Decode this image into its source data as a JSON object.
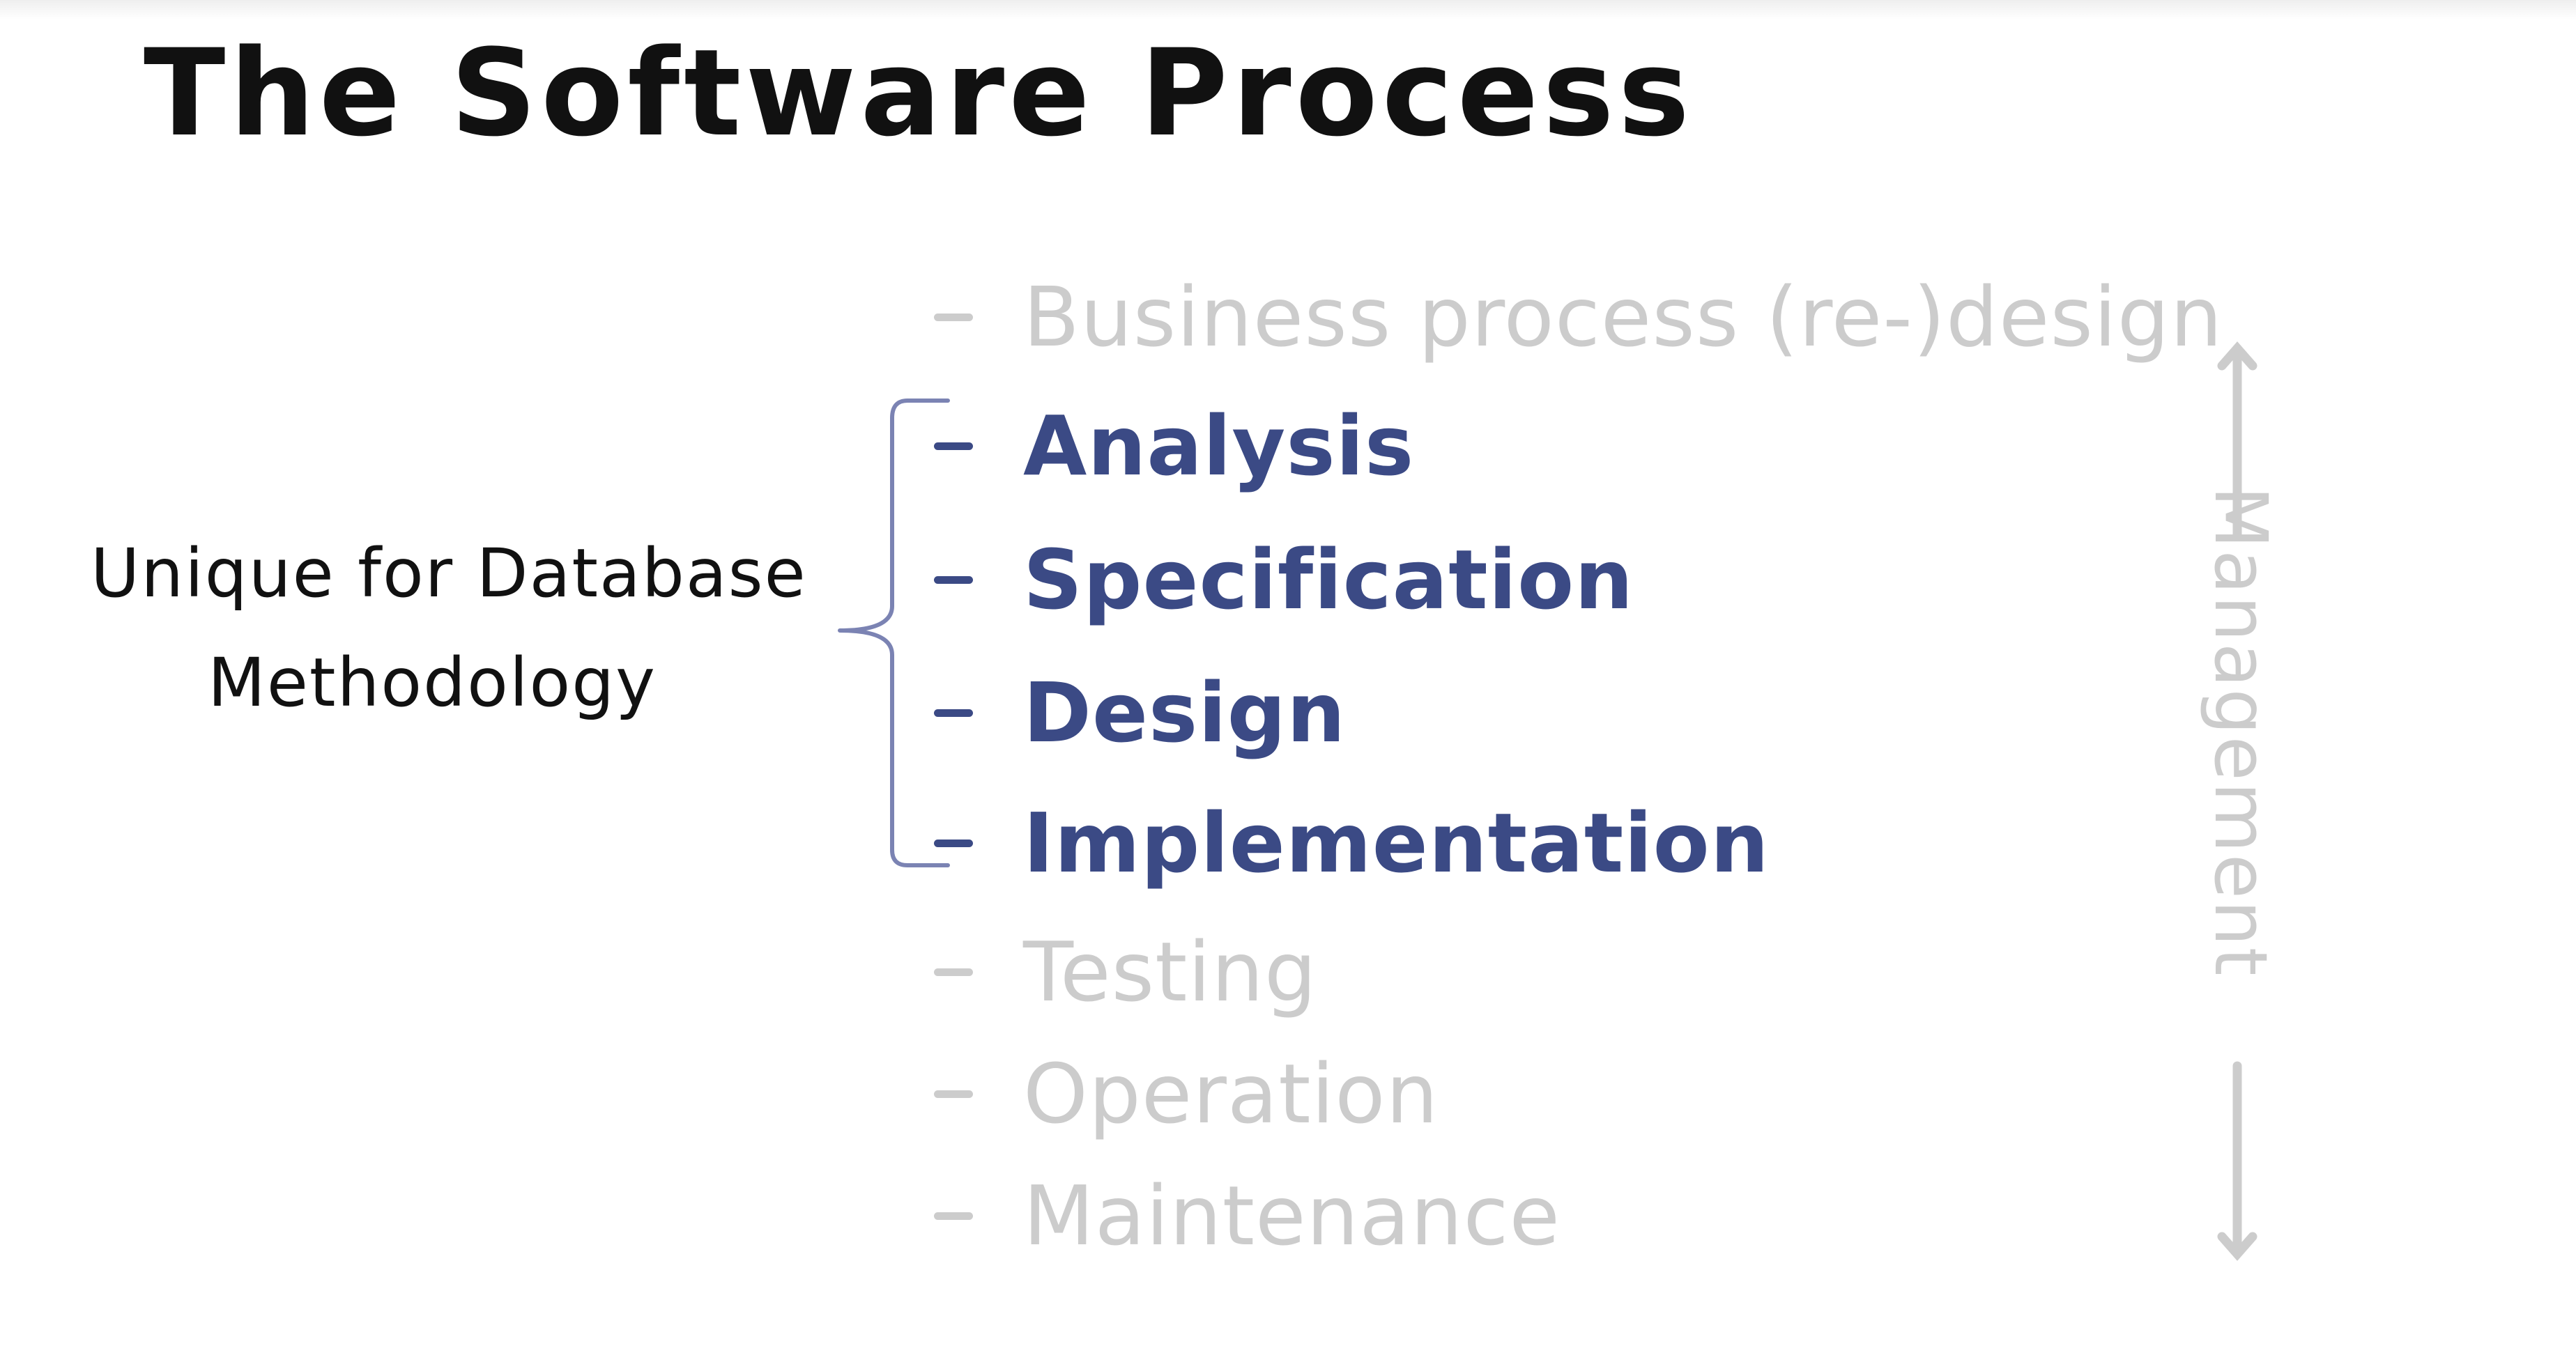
{
  "title": "The Software Process",
  "side_label": {
    "line1": "Unique for Database",
    "line2": "Methodology"
  },
  "steps": [
    {
      "label": "Business process (re-)design",
      "highlighted": false
    },
    {
      "label": "Analysis",
      "highlighted": true
    },
    {
      "label": "Specification",
      "highlighted": true
    },
    {
      "label": "Design",
      "highlighted": true
    },
    {
      "label": "Implementation",
      "highlighted": true
    },
    {
      "label": "Testing",
      "highlighted": false
    },
    {
      "label": "Operation",
      "highlighted": false
    },
    {
      "label": "Maintenance",
      "highlighted": false
    }
  ],
  "side_arrow_label": "Management",
  "colors": {
    "text": "#111111",
    "highlight": "#3b4a85",
    "muted": "#cccccc",
    "bracket": "#7b83b3"
  }
}
